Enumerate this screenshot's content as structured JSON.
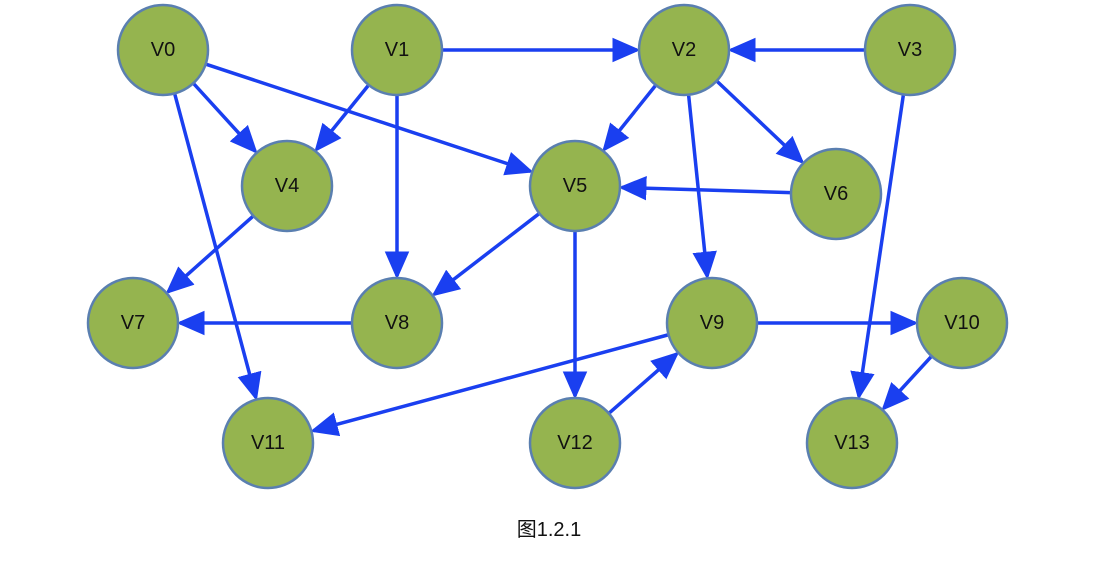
{
  "colors": {
    "node_fill": "#95b44f",
    "node_stroke": "#5a7fb0",
    "edge": "#1a3ff0"
  },
  "nodes": [
    {
      "id": "V0",
      "label": "V0"
    },
    {
      "id": "V1",
      "label": "V1"
    },
    {
      "id": "V2",
      "label": "V2"
    },
    {
      "id": "V3",
      "label": "V3"
    },
    {
      "id": "V4",
      "label": "V4"
    },
    {
      "id": "V5",
      "label": "V5"
    },
    {
      "id": "V6",
      "label": "V6"
    },
    {
      "id": "V7",
      "label": "V7"
    },
    {
      "id": "V8",
      "label": "V8"
    },
    {
      "id": "V9",
      "label": "V9"
    },
    {
      "id": "V10",
      "label": "V10"
    },
    {
      "id": "V11",
      "label": "V11"
    },
    {
      "id": "V12",
      "label": "V12"
    },
    {
      "id": "V13",
      "label": "V13"
    }
  ],
  "edges": [
    {
      "from": "V0",
      "to": "V4"
    },
    {
      "from": "V0",
      "to": "V5"
    },
    {
      "from": "V0",
      "to": "V11"
    },
    {
      "from": "V1",
      "to": "V2"
    },
    {
      "from": "V1",
      "to": "V4"
    },
    {
      "from": "V1",
      "to": "V8"
    },
    {
      "from": "V3",
      "to": "V2"
    },
    {
      "from": "V3",
      "to": "V13"
    },
    {
      "from": "V2",
      "to": "V5"
    },
    {
      "from": "V2",
      "to": "V6"
    },
    {
      "from": "V2",
      "to": "V9"
    },
    {
      "from": "V6",
      "to": "V5"
    },
    {
      "from": "V4",
      "to": "V7"
    },
    {
      "from": "V5",
      "to": "V8"
    },
    {
      "from": "V5",
      "to": "V12"
    },
    {
      "from": "V8",
      "to": "V7"
    },
    {
      "from": "V9",
      "to": "V10"
    },
    {
      "from": "V9",
      "to": "V11"
    },
    {
      "from": "V12",
      "to": "V9"
    },
    {
      "from": "V10",
      "to": "V13"
    }
  ],
  "caption": "图1.2.1"
}
